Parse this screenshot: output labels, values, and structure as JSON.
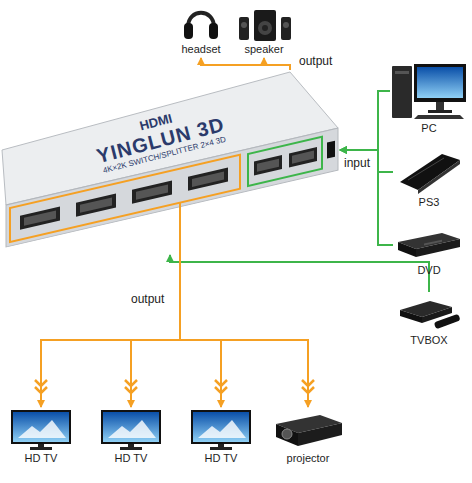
{
  "diagram": {
    "nodes": [
      {
        "text": [
          "headset"
        ]
      },
      {
        "text": [
          "speaker"
        ]
      },
      {
        "text": [
          "HDMI",
          "YINGLUN 3D",
          "4K×2K SWITCH/SPLITTER 2×4 3D"
        ]
      },
      {
        "text": [
          "PC"
        ]
      },
      {
        "text": [
          "PS3"
        ]
      },
      {
        "text": [
          "DVD"
        ]
      },
      {
        "text": [
          "TVBOX"
        ]
      },
      {
        "text": [
          "HD TV"
        ]
      },
      {
        "text": [
          "HD TV"
        ]
      },
      {
        "text": [
          "HD TV"
        ]
      },
      {
        "text": [
          "projector"
        ]
      }
    ],
    "edges": [
      {
        "from": 2,
        "to": 0,
        "arrow": "to"
      },
      {
        "from": 2,
        "to": 1,
        "arrow": "to"
      },
      {
        "from": 3,
        "to": 2,
        "arrow": "to"
      },
      {
        "from": 4,
        "to": 2,
        "arrow": "to"
      },
      {
        "from": 5,
        "to": 2,
        "arrow": "to"
      },
      {
        "from": 6,
        "to": 2,
        "arrow": "to"
      },
      {
        "from": 2,
        "to": 7,
        "arrow": "to"
      },
      {
        "from": 2,
        "to": 8,
        "arrow": "to"
      },
      {
        "from": 2,
        "to": 9,
        "arrow": "to"
      },
      {
        "from": 2,
        "to": 10,
        "arrow": "to"
      }
    ],
    "labels": [
      "output",
      "input",
      "output"
    ]
  }
}
